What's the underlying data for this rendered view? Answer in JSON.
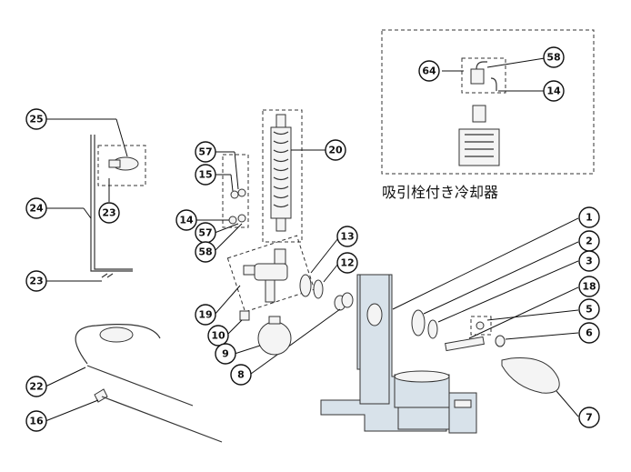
{
  "inset": {
    "caption": "吸引栓付き冷却器"
  },
  "callouts": [
    {
      "id": "c64",
      "label": "64"
    },
    {
      "id": "c58a",
      "label": "58"
    },
    {
      "id": "c14a",
      "label": "14"
    },
    {
      "id": "c25",
      "label": "25"
    },
    {
      "id": "c57a",
      "label": "57"
    },
    {
      "id": "c20",
      "label": "20"
    },
    {
      "id": "c15",
      "label": "15"
    },
    {
      "id": "c23a",
      "label": "23"
    },
    {
      "id": "c24",
      "label": "24"
    },
    {
      "id": "c14b",
      "label": "14"
    },
    {
      "id": "c57b",
      "label": "57"
    },
    {
      "id": "c58b",
      "label": "58"
    },
    {
      "id": "c13",
      "label": "13"
    },
    {
      "id": "c1",
      "label": "1"
    },
    {
      "id": "c2",
      "label": "2"
    },
    {
      "id": "c12",
      "label": "12"
    },
    {
      "id": "c3",
      "label": "3"
    },
    {
      "id": "c23b",
      "label": "23"
    },
    {
      "id": "c18",
      "label": "18"
    },
    {
      "id": "c19",
      "label": "19"
    },
    {
      "id": "c5",
      "label": "5"
    },
    {
      "id": "c10",
      "label": "10"
    },
    {
      "id": "c6",
      "label": "6"
    },
    {
      "id": "c9",
      "label": "9"
    },
    {
      "id": "c8",
      "label": "8"
    },
    {
      "id": "c22",
      "label": "22"
    },
    {
      "id": "c7",
      "label": "7"
    },
    {
      "id": "c16",
      "label": "16"
    }
  ]
}
